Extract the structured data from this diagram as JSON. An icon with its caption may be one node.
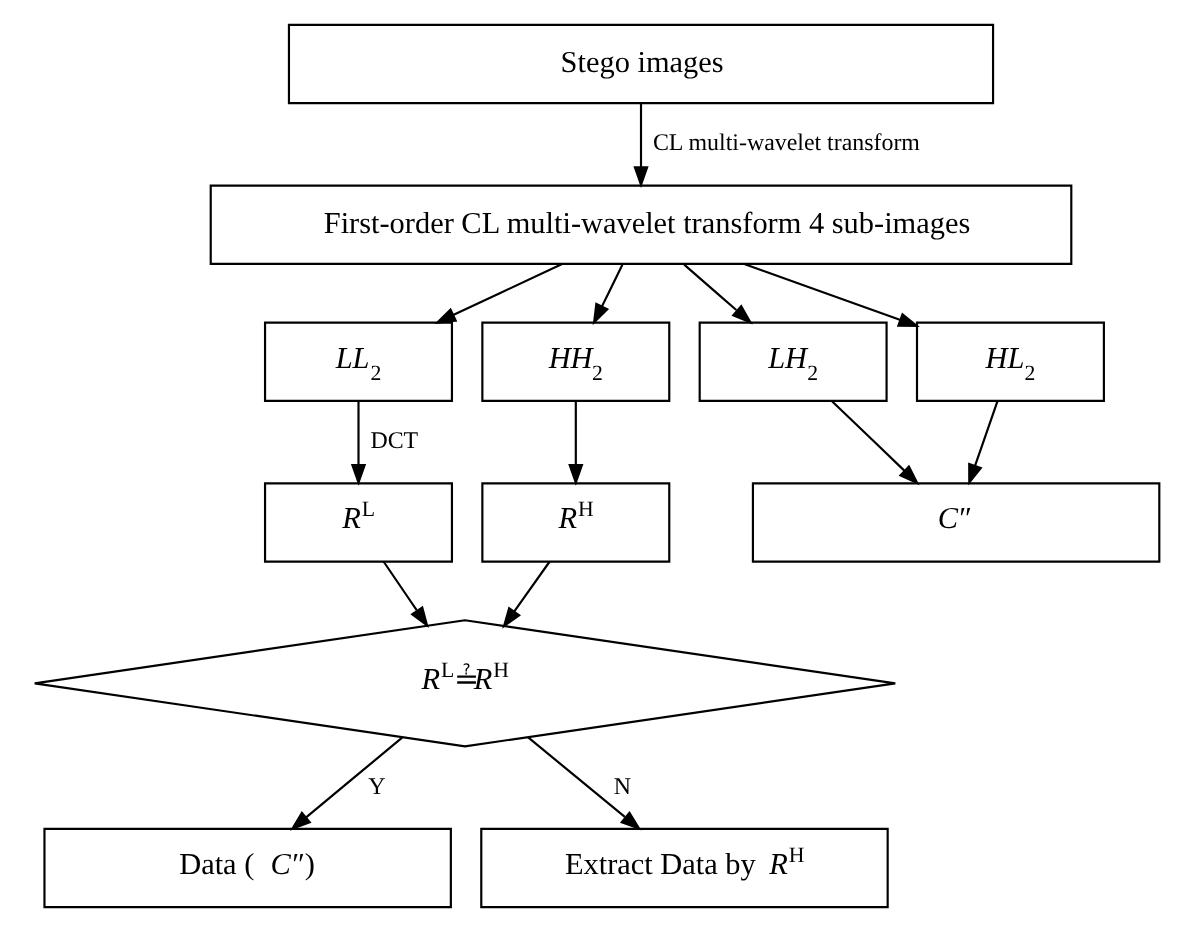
{
  "diagram": {
    "nodes": [
      {
        "text": [
          "Stego images"
        ]
      },
      {
        "text": [
          "First-order CL multi-wavelet transform 4 sub-images"
        ]
      },
      {
        "text": [
          "*LL*$_{2}$"
        ]
      },
      {
        "text": [
          "*HH*$_{2}$"
        ]
      },
      {
        "text": [
          "*LH*$_{2}$"
        ]
      },
      {
        "text": [
          "*HL*$_{2}$"
        ]
      },
      {
        "text": [
          "*R*$^{L}$"
        ]
      },
      {
        "text": [
          "*R*$^{H}$"
        ]
      },
      {
        "text": [
          "*C*″"
        ]
      },
      {
        "text": [
          "*R*$^{L}$≟*R*$^{H}$"
        ]
      },
      {
        "text": [
          "Data ( *C*″)"
        ]
      },
      {
        "text": [
          "Extract Data by *R*$^{H}$"
        ]
      }
    ],
    "edges": [
      {
        "from": 0,
        "to": 1,
        "arrow": "to",
        "label": "CL multi-wavelet transform"
      },
      {
        "from": 1,
        "to": 2,
        "arrow": "to"
      },
      {
        "from": 1,
        "to": 3,
        "arrow": "to"
      },
      {
        "from": 1,
        "to": 4,
        "arrow": "to"
      },
      {
        "from": 1,
        "to": 5,
        "arrow": "to"
      },
      {
        "from": 2,
        "to": 6,
        "arrow": "to",
        "label": "DCT"
      },
      {
        "from": 3,
        "to": 7,
        "arrow": "to"
      },
      {
        "from": 4,
        "to": 8,
        "arrow": "to"
      },
      {
        "from": 5,
        "to": 8,
        "arrow": "to"
      },
      {
        "from": 6,
        "to": 9,
        "arrow": "to"
      },
      {
        "from": 7,
        "to": 9,
        "arrow": "to"
      },
      {
        "from": 9,
        "to": 10,
        "arrow": "to",
        "label": "Y"
      },
      {
        "from": 9,
        "to": 11,
        "arrow": "to",
        "label": "N"
      }
    ]
  }
}
